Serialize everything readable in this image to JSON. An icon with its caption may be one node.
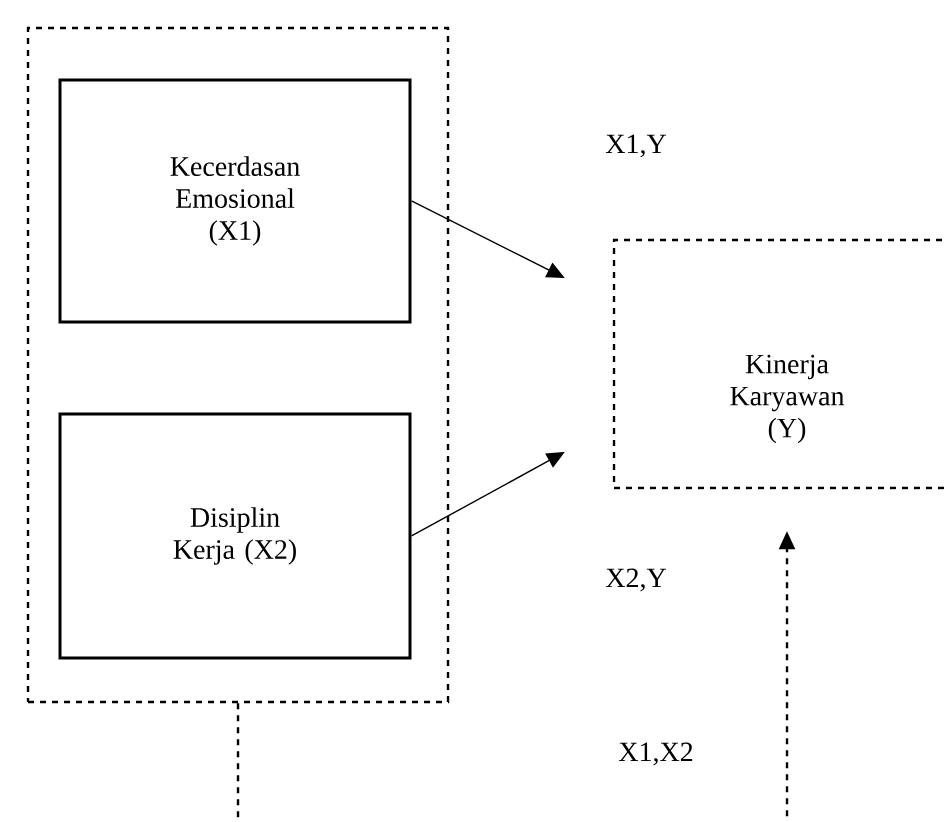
{
  "diagram": {
    "nodes": [
      {
        "text": [],
        "shape": "box"
      },
      {
        "text": [
          "Kecerdasan Emosional (X1)"
        ],
        "in": 0
      },
      {
        "text": [
          "Disiplin Kerja (X2)"
        ],
        "in": 0
      },
      {
        "text": [
          "Kinerja Karyawan (Y)"
        ]
      }
    ],
    "edges": [
      {
        "from": 1,
        "to": 3,
        "arrow": "to"
      },
      {
        "from": 2,
        "to": 3,
        "arrow": "to"
      },
      {
        "from": 0,
        "to": 3,
        "arrow": "to",
        "style": "dashed"
      }
    ],
    "labels": [
      "X1,Y",
      "X2,Y",
      "X1,X2"
    ]
  }
}
